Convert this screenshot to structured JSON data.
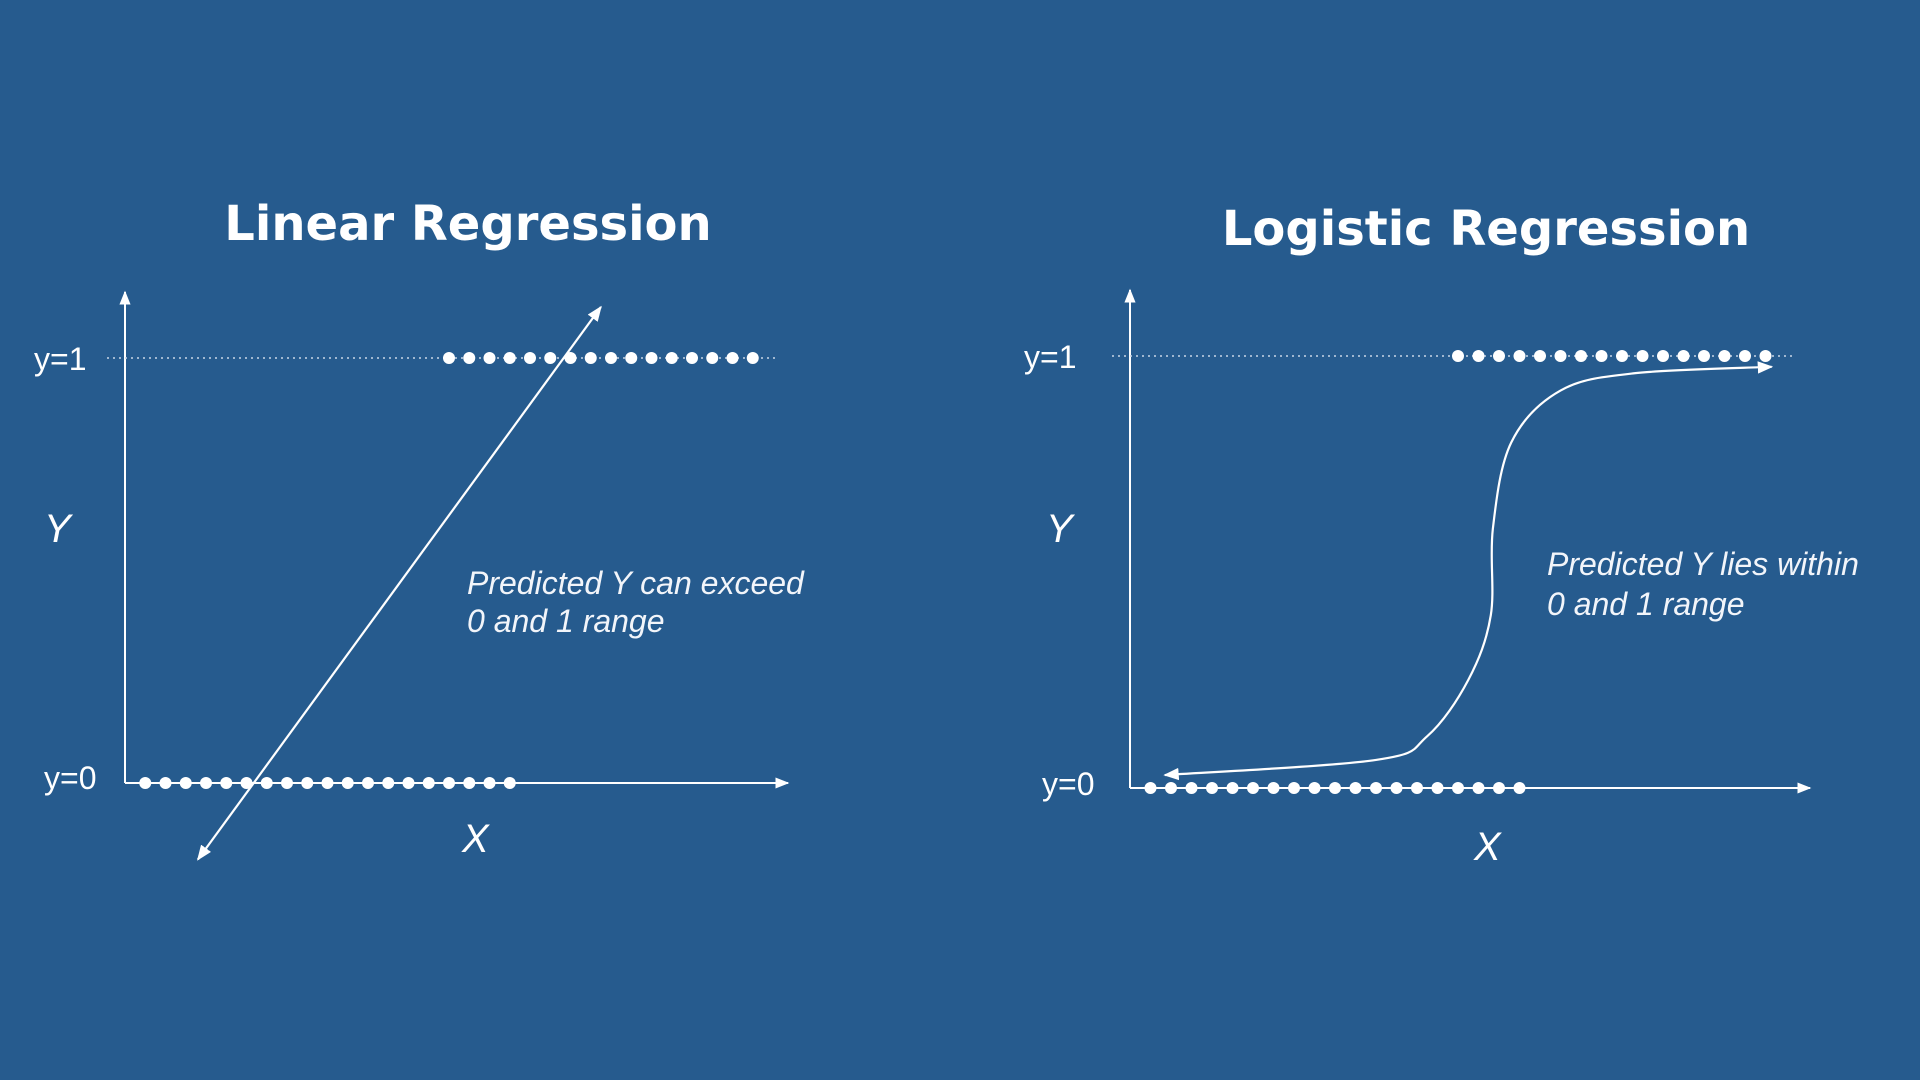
{
  "colors": {
    "background": "#265b8e",
    "ink": "#ffffff"
  },
  "chart_data": [
    {
      "type": "scatter",
      "title": "Linear Regression",
      "xlabel": "X",
      "ylabel": "Y",
      "y_tick_labels": [
        "y=0",
        "y=1"
      ],
      "annotation": [
        "Predicted Y can exceed",
        "0 and 1 range"
      ],
      "xlim": [
        0,
        33
      ],
      "ylim": [
        0,
        1.15
      ],
      "class0_x": [
        1,
        2,
        3,
        4,
        5,
        6,
        7,
        8,
        9,
        10,
        11,
        12,
        13,
        14,
        15,
        16,
        17,
        18,
        19
      ],
      "class1_x": [
        16,
        17,
        18,
        19,
        20,
        21,
        22,
        23,
        24,
        25,
        26,
        27,
        28,
        29,
        30,
        31
      ],
      "fit": {
        "kind": "linear",
        "points": [
          [
            3.6,
            -0.18
          ],
          [
            23.5,
            1.12
          ]
        ]
      }
    },
    {
      "type": "scatter",
      "title": "Logistic Regression",
      "xlabel": "X",
      "ylabel": "Y",
      "y_tick_labels": [
        "y=0",
        "y=1"
      ],
      "annotation": [
        "Predicted Y lies within",
        "0 and 1 range"
      ],
      "xlim": [
        0,
        33
      ],
      "ylim": [
        0,
        1.15
      ],
      "class0_x": [
        1,
        2,
        3,
        4,
        5,
        6,
        7,
        8,
        9,
        10,
        11,
        12,
        13,
        14,
        15,
        16,
        17,
        18,
        19
      ],
      "class1_x": [
        16,
        17,
        18,
        19,
        20,
        21,
        22,
        23,
        24,
        25,
        26,
        27,
        28,
        29,
        30,
        31
      ],
      "fit": {
        "kind": "sigmoid",
        "points": [
          [
            1.7,
            0.03
          ],
          [
            12,
            0.065
          ],
          [
            14.5,
            0.12
          ],
          [
            16.5,
            0.25
          ],
          [
            17.6,
            0.4
          ],
          [
            17.7,
            0.6
          ],
          [
            18.6,
            0.8
          ],
          [
            21,
            0.92
          ],
          [
            24.6,
            0.96
          ],
          [
            31.3,
            0.975
          ]
        ]
      }
    }
  ]
}
